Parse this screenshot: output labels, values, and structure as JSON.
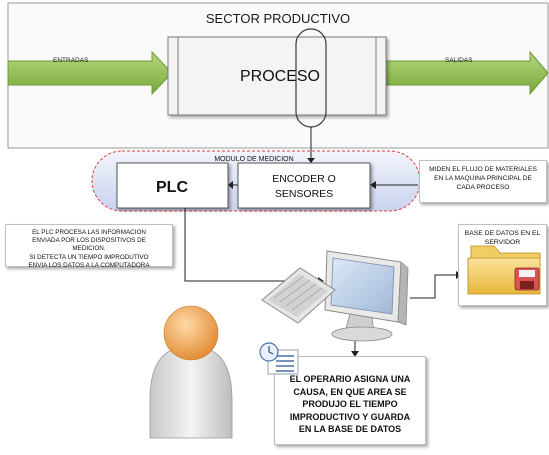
{
  "sector": {
    "title": "SECTOR PRODUCTIVO"
  },
  "flow": {
    "inputs": "ENTRADAS",
    "outputs": "SALIDAS",
    "process": "PROCESO"
  },
  "module": {
    "title": "MODULO DE MEDICION",
    "plc": "PLC",
    "encoder_line1": "ENCODER O",
    "encoder_line2": "SENSORES"
  },
  "notes": {
    "measure_line1": "MIDEN EL  FLUJO DE MATERIALES",
    "measure_line2": "EN LA MAQUINA PRINCIPAL DE",
    "measure_line3": "CADA PROCESO",
    "plc_line1": "EL PLC  PROCESA LAS INFORMACION",
    "plc_line2": "ENVIADA POR LOS DISPOSITIVOS DE",
    "plc_line3": "MEDICION.",
    "plc_line4": "SI DETECTA UN TIEMPO IMPRODUTIVO",
    "plc_line5": "ENVIA LOS DATOS A LA COMPUTADORA",
    "db_line1": "BASE DE DATOS EN EL",
    "db_line2": "SERVIDOR",
    "op_line1": "EL OPERARIO ASIGNA UNA",
    "op_line2": "CAUSA, EN QUE AREA SE",
    "op_line3": "PRODUJO EL TIEMPO",
    "op_line4": "IMPRODUCTIVO Y GUARDA",
    "op_line5": "EN LA BASE DE DATOS"
  },
  "icons": {
    "computer": "desktop-computer-icon",
    "keyboard": "keyboard-icon",
    "user": "operator-person-icon",
    "folder": "database-folder-icon",
    "clock": "clock-list-icon"
  },
  "colors": {
    "arrow": "#8fbc4f",
    "process_fill": "#f2f2f2",
    "module_border": "#e04040",
    "module_fill": "#dde3f3",
    "person": "#e8963c"
  }
}
